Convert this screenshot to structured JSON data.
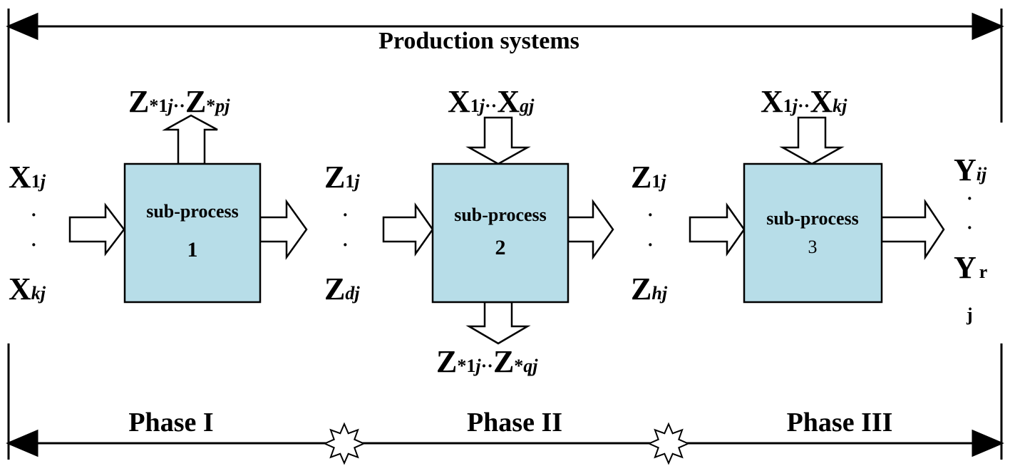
{
  "diagram": {
    "title": "Production systems",
    "phases": [
      "Phase I",
      "Phase II",
      "Phase III"
    ],
    "process_fill": "#b7dde8",
    "processes": [
      {
        "label": "sub-process",
        "number": "1"
      },
      {
        "label": "sub-process",
        "number": "2"
      },
      {
        "label": "sub-process",
        "number": "3"
      }
    ],
    "inputs_stage1": {
      "top": {
        "base": "X",
        "sub": "1",
        "sub_it": "j"
      },
      "bottom": {
        "base": "X",
        "sub_it": "kj"
      }
    },
    "intermediate_1": {
      "top": {
        "base": "Z",
        "sub": "1",
        "sub_it": "j"
      },
      "bottom": {
        "base": "Z",
        "sub_it": "dj"
      }
    },
    "intermediate_2": {
      "top": {
        "base": "Z",
        "sub": "1",
        "sub_it": "j"
      },
      "bottom": {
        "base": "Z",
        "sub_it": "hj"
      }
    },
    "outputs": {
      "top": {
        "base": "Y",
        "sub_it": "ij"
      },
      "bottom": {
        "base": "Y",
        "sub": "r",
        "line2": "j"
      }
    },
    "dot": "·",
    "ellipsis": "··",
    "side_flows": {
      "p1_top_out": {
        "a": "Z",
        "a_sup": "*",
        "a_sub": "1",
        "a_sub_it": "j",
        "b": "Z",
        "b_sup": "*",
        "b_sub_it": "pj"
      },
      "p2_top_in": {
        "a": "X",
        "a_sub": "1",
        "a_sub_it": "j",
        "b": "X",
        "b_sub_it": "gj"
      },
      "p2_bottom_out": {
        "a": "Z",
        "a_sup": "*",
        "a_sub": "1",
        "a_sub_it": "j",
        "b": "Z",
        "b_sup": "*",
        "b_sub_it": "qj"
      },
      "p3_top_in": {
        "a": "X",
        "a_sub": "1",
        "a_sub_it": "j",
        "b": "X",
        "b_sub_it": "kj"
      }
    }
  }
}
